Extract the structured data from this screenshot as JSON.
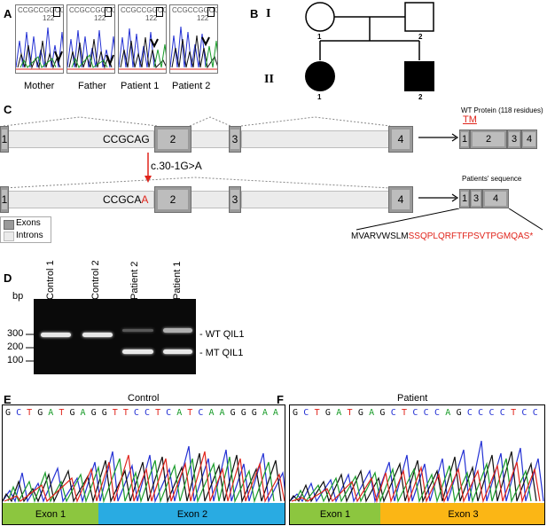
{
  "panels": {
    "a": "A",
    "b": "B",
    "c": "C",
    "d": "D",
    "e": "E",
    "f": "F"
  },
  "panel_a": {
    "labels": [
      "Mother",
      "Father",
      "Patient 1",
      "Patient 2"
    ],
    "seq_texts": [
      "CCGCCGGCG",
      "CCGCCGGCG",
      "CCGCCGGCG",
      "CCGCCGGCG"
    ],
    "position": "122"
  },
  "panel_b": {
    "gen1": "I",
    "gen2": "II",
    "ids": [
      "1",
      "2",
      "1",
      "2"
    ]
  },
  "panel_c": {
    "wt_seq_text": "CCGCAG",
    "mut_seq_prefix": "CCGCA",
    "mut_seq_suffix": "A",
    "exon_labels": [
      "1",
      "2",
      "3",
      "4"
    ],
    "mut_exon_labels": [
      "1",
      "2",
      "3",
      "4"
    ],
    "mutation": "c.30-1G>A",
    "wt_protein_title": "WT Protein (118 residues)",
    "tm_label": "TM",
    "wt_protein_boxes": [
      "1",
      "2",
      "3",
      "4"
    ],
    "patient_title": "Patients' sequence",
    "patient_boxes": [
      "1",
      "3",
      "4"
    ],
    "protein_seq_black": "MVARVWSLM",
    "protein_seq_red": "SSQPLQRFTFPSVTPGMQAS*",
    "legend_exons": "Exons",
    "legend_introns": "Introns"
  },
  "panel_d": {
    "unit": "bp",
    "ticks": [
      "300",
      "200",
      "100"
    ],
    "lanes": [
      "Control 1",
      "Control 2",
      "Patient 2",
      "Patient 1"
    ],
    "band_labels": [
      "WT QIL1",
      "MT QIL1"
    ]
  },
  "panel_e": {
    "title": "Control",
    "sequence": "GCTGATGAGGTTCCTCATCAAGGGAA",
    "exon_left": "Exon 1",
    "exon_right": "Exon 2",
    "exon_left_color": "#8cc63f",
    "exon_right_color": "#29abe2"
  },
  "panel_f": {
    "title": "Patient",
    "sequence": "GCTGATGAGCTCCCAGCCCCTCC",
    "exon_left": "Exon 1",
    "exon_right": "Exon 3",
    "exon_left_color": "#8cc63f",
    "exon_right_color": "#fbb615"
  },
  "colors": {
    "red": "#e0241b",
    "A": "#1a9c2a",
    "C": "#2431d4",
    "G": "#111111",
    "T": "#e0241b"
  }
}
